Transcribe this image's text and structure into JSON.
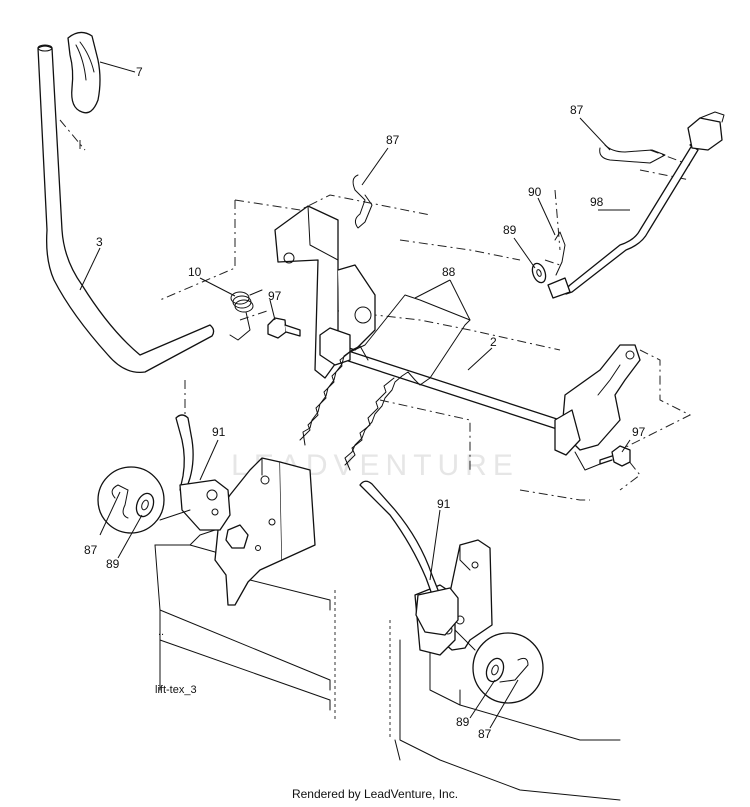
{
  "diagram": {
    "figure_label": "lift-tex_3",
    "footer": "Rendered by LeadVenture, Inc.",
    "watermark": "LEADVENTURE",
    "callouts": [
      {
        "id": "c7",
        "label": "7"
      },
      {
        "id": "c3",
        "label": "3"
      },
      {
        "id": "c87a",
        "label": "87"
      },
      {
        "id": "c87b",
        "label": "87"
      },
      {
        "id": "c90",
        "label": "90"
      },
      {
        "id": "c98",
        "label": "98"
      },
      {
        "id": "c89a",
        "label": "89"
      },
      {
        "id": "c10",
        "label": "10"
      },
      {
        "id": "c97a",
        "label": "97"
      },
      {
        "id": "c88",
        "label": "88"
      },
      {
        "id": "c2",
        "label": "2"
      },
      {
        "id": "c91a",
        "label": "91"
      },
      {
        "id": "c97b",
        "label": "97"
      },
      {
        "id": "c87c",
        "label": "87"
      },
      {
        "id": "c89b",
        "label": "89"
      },
      {
        "id": "c91b",
        "label": "91"
      },
      {
        "id": "c89c",
        "label": "89"
      },
      {
        "id": "c87d",
        "label": "87"
      }
    ]
  }
}
